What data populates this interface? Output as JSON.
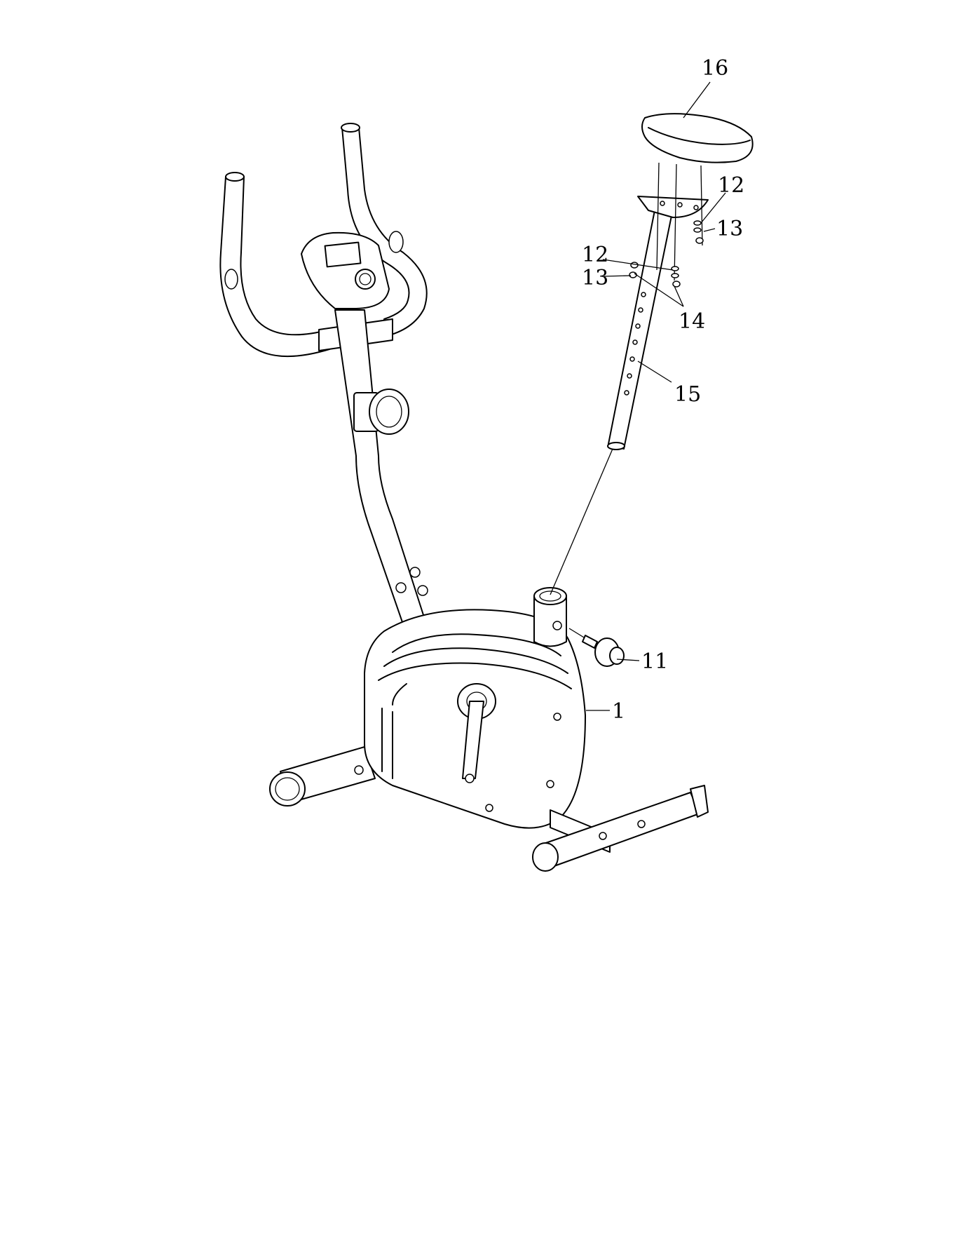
{
  "diagram": {
    "labels": {
      "l16": "16",
      "l12a": "12",
      "l13a": "13",
      "l12b": "12",
      "l13b": "13",
      "l14": "14",
      "l15": "15",
      "l11": "11",
      "l1": "1"
    }
  }
}
